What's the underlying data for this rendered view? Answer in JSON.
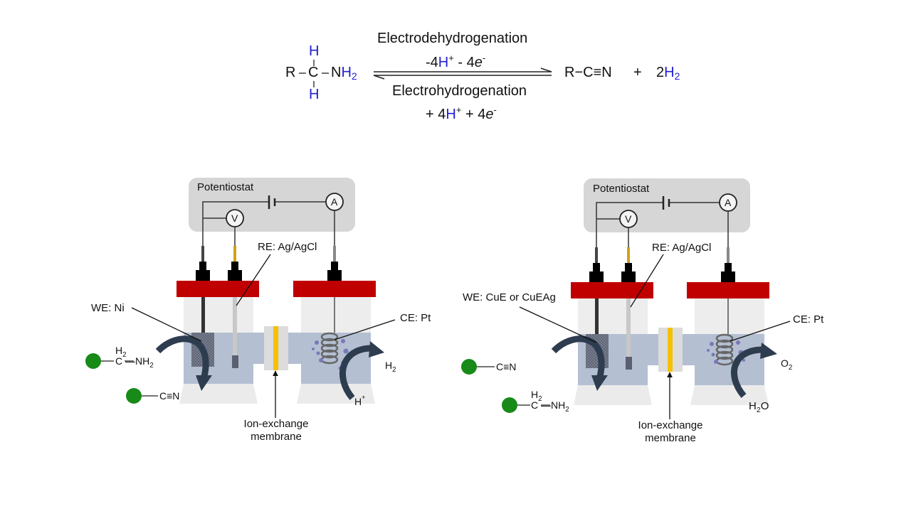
{
  "equation": {
    "reactant": {
      "R": "R",
      "C": "C",
      "N": "N",
      "H2": "H",
      "sub2": "2",
      "H_top": "H",
      "H_bottom": "H"
    },
    "forward_label": "Electrodehydrogenation",
    "forward_terms": {
      "a": "-4",
      "H": "H",
      "sup_plus": "+",
      "b": " - 4",
      "e": "e",
      "sup_minus": "-"
    },
    "reverse_label": "Electrohydrogenation",
    "reverse_terms": {
      "a": "+ 4",
      "H": "H",
      "sup_plus": "+",
      "b": " + 4",
      "e": "e",
      "sup_minus": "-"
    },
    "product": {
      "nitrile": "R−C≡N",
      "plus": "+",
      "coef": "2",
      "H": "H",
      "sub2": "2"
    }
  },
  "colors": {
    "hydrogen_blue": "#1f1fd0",
    "cap_red": "#c00000",
    "membrane_yellow": "#f5c000",
    "electrolyte": "#b4bfd2",
    "potentiostat_box": "#d6d6d6",
    "substrate_green": "#178a17",
    "arrow_dark": "#2e3c50"
  },
  "left_cell": {
    "potentiostat": "Potentiostat",
    "voltmeter": "V",
    "ammeter": "A",
    "re_label": "RE: Ag/AgCl",
    "we_label": "WE: Ni",
    "ce_label": "CE: Pt",
    "membrane_line1": "Ion-exchange",
    "membrane_line2": "membrane",
    "input_mol": {
      "h2": "H",
      "h2_sub": "2",
      "c": "C",
      "nh2": "—NH",
      "nh2_sub": "2"
    },
    "output_mol": {
      "text": "C≡N"
    },
    "ce_out": {
      "text": "H",
      "sub": "2"
    },
    "ce_in": {
      "text": "H",
      "sup": "+"
    }
  },
  "right_cell": {
    "potentiostat": "Potentiostat",
    "voltmeter": "V",
    "ammeter": "A",
    "re_label": "RE: Ag/AgCl",
    "we_label": "WE: CuE or CuEAg",
    "ce_label": "CE: Pt",
    "membrane_line1": "Ion-exchange",
    "membrane_line2": "membrane",
    "input_mol": {
      "text": "C≡N"
    },
    "output_mol": {
      "h2": "H",
      "h2_sub": "2",
      "c": "C",
      "nh2": "—NH",
      "nh2_sub": "2"
    },
    "ce_out": {
      "text": "O",
      "sub": "2"
    },
    "ce_in": {
      "text": "H",
      "sub": "2",
      "text2": "O"
    }
  }
}
